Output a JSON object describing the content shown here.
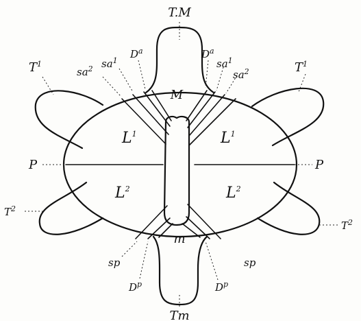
{
  "labels": {
    "tm_top": "T.M",
    "tm_bottom": "Tm",
    "t1_left": "T",
    "t1_left_sup": "1",
    "t1_right": "T",
    "t1_right_sup": "1",
    "t2_left": "T",
    "t2_left_sup": "2",
    "t2_right": "T",
    "t2_right_sup": "2",
    "M": "M",
    "m": "m",
    "L1_left": "L",
    "L1_left_sup": "1",
    "L1_right": "L",
    "L1_right_sup": "1",
    "L2_left": "L",
    "L2_left_sup": "2",
    "L2_right": "L",
    "L2_right_sup": "2",
    "P_left": "P",
    "P_right": "P",
    "sa2_left": "sa",
    "sa2_left_sup": "2",
    "sa1_left": "sa",
    "sa1_left_sup": "1",
    "Da_left": "D",
    "Da_left_sup": "a",
    "Da_right": "D",
    "Da_right_sup": "a",
    "sa1_right": "sa",
    "sa1_right_sup": "1",
    "sa2_right": "sa",
    "sa2_right_sup": "2",
    "sp_left": "sp",
    "sp_right": "sp",
    "Dp_left": "D",
    "Dp_left_sup": "p",
    "Dp_right": "D",
    "Dp_right_sup": "p"
  }
}
